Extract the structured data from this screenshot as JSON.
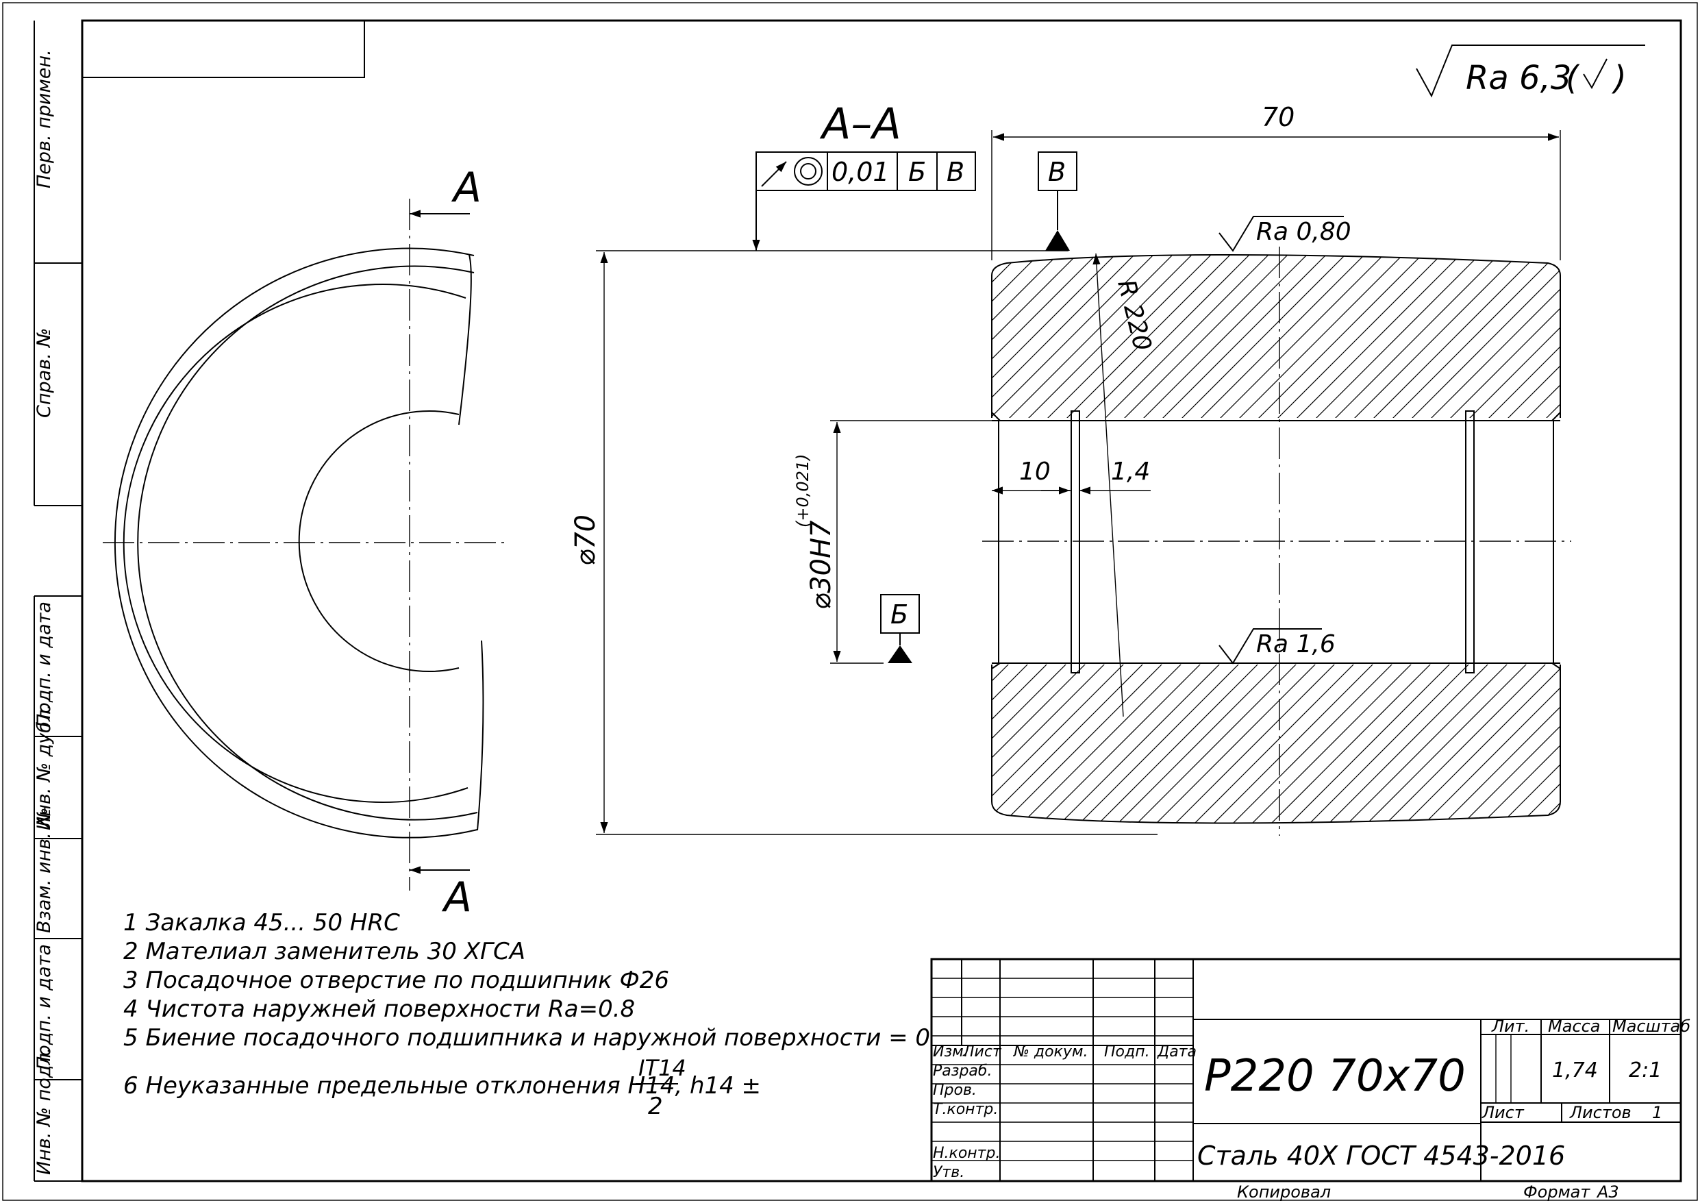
{
  "title_block": {
    "designation": "Р220 70x70",
    "material": "Сталь 40Х ГОСТ 4543-2016",
    "mass_header": "Масса",
    "mass_value": "1,74",
    "scale_header": "Масштаб",
    "scale_value": "2:1",
    "lit_header": "Лит.",
    "sheet_label": "Лист",
    "sheets_label": "Листов",
    "sheets_value": "1",
    "col_izm": "Изм.",
    "col_list": "Лист",
    "col_doc": "№ докум.",
    "col_sign": "Подп.",
    "col_date": "Дата",
    "row_razrab": "Разраб.",
    "row_prov": "Пров.",
    "row_tkontr": "Т.контр.",
    "row_nkontr": "Н.контр.",
    "row_utv": "Утв.",
    "copied": "Копировал",
    "format_label": "Формат",
    "format_value": "А3"
  },
  "side_stamp": {
    "perv_primen": "Перв. примен.",
    "sprav_no": "Справ. №",
    "podp_data_1": "Подп. и дата",
    "inv_dubl": "Инв. № дубл.",
    "vzam_inv": "Взам. инв. №",
    "podp_data_2": "Подп. и дата",
    "inv_podl": "Инв. № подл."
  },
  "roughness_general": {
    "value": "Ra 6,3",
    "paren_open": "(",
    "paren_close": ")"
  },
  "section": {
    "label": "А–А",
    "cut_letter_top": "А",
    "cut_letter_bottom": "А"
  },
  "tolerance_frame": {
    "value": "0,01",
    "datum1": "Б",
    "datum2": "В"
  },
  "datums": {
    "top": "В",
    "bottom": "Б"
  },
  "dimensions": {
    "length": "70",
    "outer_diameter": "⌀70",
    "bore": "⌀30H7",
    "bore_tolerance": "(+0,021)",
    "radius": "R 220",
    "groove_offset": "10",
    "groove_width": "1,4"
  },
  "roughness_local": {
    "outer": "Ra 0,80",
    "bore": "Ra 1,6"
  },
  "notes": {
    "n1": "1 Закалка 45... 50 HRC",
    "n2": "2 Мателиал заменитель 30 ХГСА",
    "n3": "3 Посадочное отверстие по подшипник Ф26",
    "n4": "4  Чистота наружней поверхности Ra=0.8",
    "n5": "5 Биение посадочного подшипника и наружной поверхности = 0",
    "n6": "6  Неуказанные предельные отклонения H14, h14 ±",
    "n6_num": "IT14",
    "n6_den": "2"
  }
}
